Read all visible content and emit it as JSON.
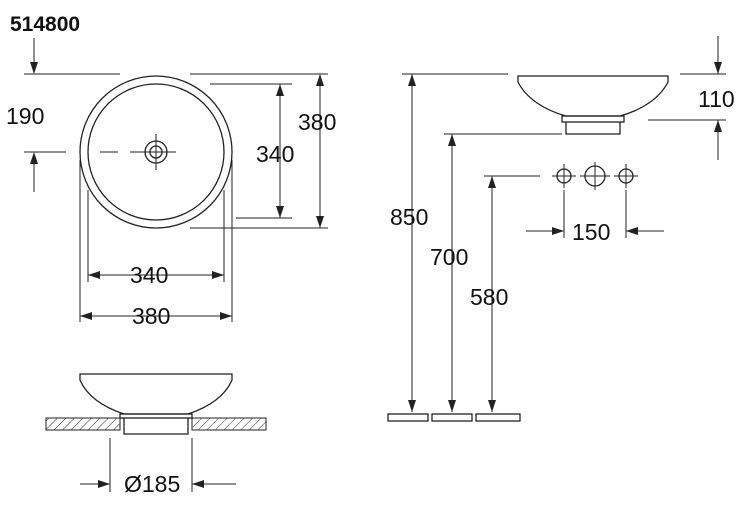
{
  "article_number": "514800",
  "top_view": {
    "dim_190": "190",
    "dim_380_vertical": "380",
    "dim_340_vertical": "340",
    "dim_340_horizontal": "340",
    "dim_380_horizontal": "380"
  },
  "front_view": {
    "dim_diameter_185": "Ø185"
  },
  "side_view": {
    "dim_110": "110",
    "dim_850": "850",
    "dim_700": "700",
    "dim_580": "580",
    "dim_150": "150"
  }
}
